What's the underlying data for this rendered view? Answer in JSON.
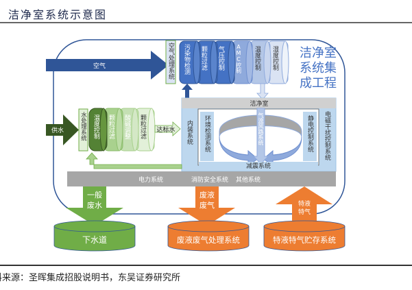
{
  "title": "：洁净室系统示意图",
  "source": "料来源：圣晖集成招股说明书，东吴证券研究所",
  "colors": {
    "blue_dark": "#2f5597",
    "blue": "#4472c4",
    "green_dark": "#385723",
    "green": "#70ad47",
    "orange": "#ed7d31",
    "gray": "#a6a6a6"
  },
  "air": {
    "arrow": "空气",
    "processing": "空气处理系统",
    "stages": [
      "污染物检测",
      "颗粒过滤",
      "气压控制",
      "AMC控制",
      "温度控制",
      "湿度控制"
    ]
  },
  "project_label": [
    "洁净室",
    "系统集",
    "成工程"
  ],
  "water": {
    "arrow": "供水",
    "processing": "水处理系统",
    "stages": [
      "温度控制",
      "颗粒过滤",
      "酸碱调整",
      "颗粒过滤"
    ],
    "output": "达标水"
  },
  "cleanroom": {
    "header": "洁净室",
    "interior": "内装系统",
    "emi": "电磁干扰控制系统",
    "env": "环境检测系统",
    "esd": "静电控制系统",
    "airflow": "气流风路系统",
    "vibration": "减震系统"
  },
  "base_systems": [
    "电力系统",
    "消防安全系统",
    "其他系统"
  ],
  "outputs": [
    {
      "arrow": [
        "一般",
        "废水"
      ],
      "target": "下水道"
    },
    {
      "arrow": [
        "废液",
        "废气"
      ],
      "target": "废液废气处理系统"
    },
    {
      "arrow": [
        "特液",
        "特气"
      ],
      "target": "特液特气贮存系统"
    }
  ]
}
